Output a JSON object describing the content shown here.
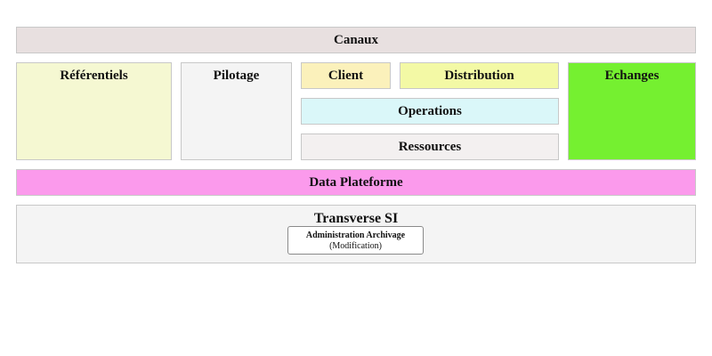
{
  "diagram": {
    "blocks": {
      "canaux": {
        "label": "Canaux",
        "color": "#e8e0e0"
      },
      "referentiels": {
        "label": "Référentiels",
        "color": "#f5f8d2"
      },
      "pilotage": {
        "label": "Pilotage",
        "color": "#f4f4f4"
      },
      "client": {
        "label": "Client",
        "color": "#fbf1bb"
      },
      "distribution": {
        "label": "Distribution",
        "color": "#f3f9a5"
      },
      "operations": {
        "label": "Operations",
        "color": "#daf7f9"
      },
      "ressources": {
        "label": "Ressources",
        "color": "#f3f0f0"
      },
      "echanges": {
        "label": "Echanges",
        "color": "#75f030"
      },
      "data_plateforme": {
        "label": "Data Plateforme",
        "color": "#fb9aec"
      },
      "transverse": {
        "label": "Transverse SI",
        "color": "#f4f4f4",
        "component": {
          "title": "Administration Archivage",
          "subtitle": "(Modification)"
        }
      }
    }
  }
}
